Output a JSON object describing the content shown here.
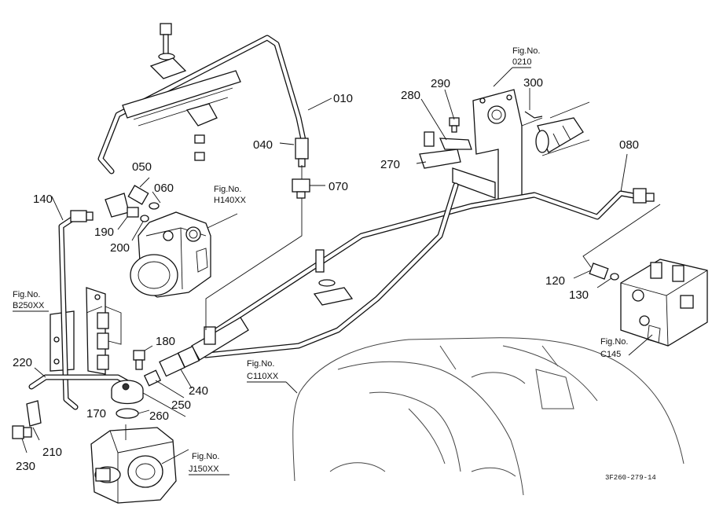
{
  "parts": {
    "p010": "010",
    "p040": "040",
    "p050": "050",
    "p060": "060",
    "p070": "070",
    "p080": "080",
    "p120": "120",
    "p130": "130",
    "p140": "140",
    "p170": "170",
    "p180": "180",
    "p190": "190",
    "p200": "200",
    "p210": "210",
    "p220": "220",
    "p230": "230",
    "p240": "240",
    "p250": "250",
    "p260": "260",
    "p270": "270",
    "p280": "280",
    "p290": "290",
    "p300": "300"
  },
  "figure_refs": {
    "fig_no_label": "Fig.No.",
    "f0210": "0210",
    "h140": "H140XX",
    "b250": "B250XX",
    "c145": "C145",
    "c110": "C110XX",
    "j150": "J150XX"
  },
  "drawing_code": "3F260-279-14"
}
